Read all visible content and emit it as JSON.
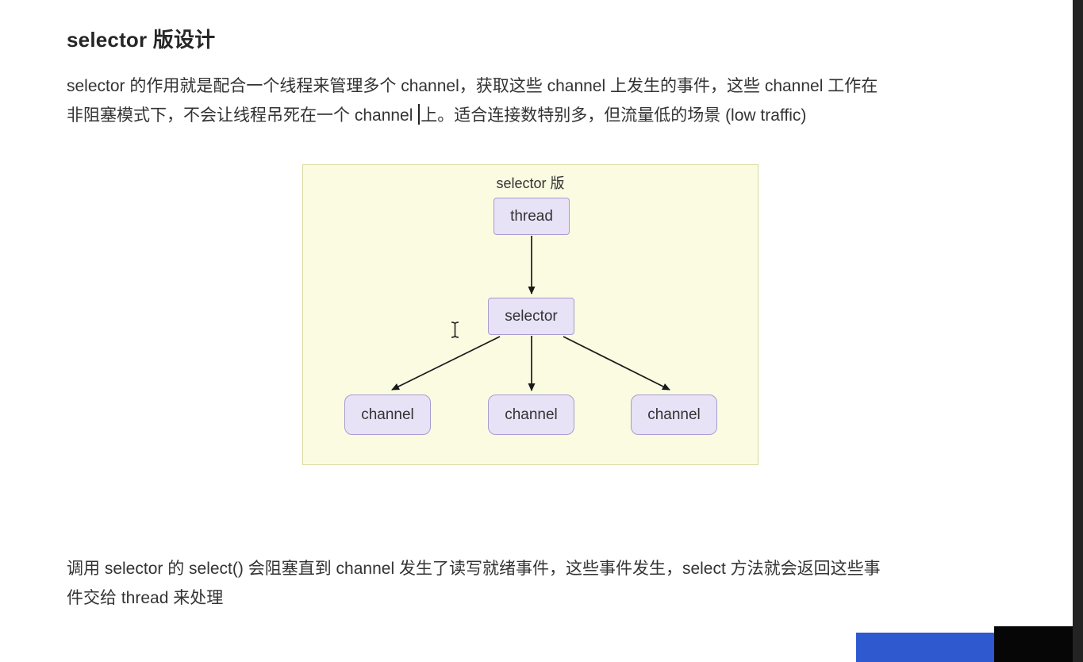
{
  "doc": {
    "title": "selector 版设计",
    "para1": {
      "line1": "selector 的作用就是配合一个线程来管理多个 channel，获取这些 channel 上发生的事件，这些 channel 工作在",
      "line2_before_caret": "非阻塞模式下，不会让线程吊死在一个 channel ",
      "line2_after_caret": "上。适合连接数特别多，但流量低的场景 (low traffic)"
    },
    "para2": {
      "line1": "调用 selector 的 select() 会阻塞直到 channel 发生了读写就绪事件，这些事件发生，select 方法就会返回这些事",
      "line2": "件交给 thread 来处理"
    }
  },
  "diagram": {
    "title": "selector 版",
    "nodes": [
      {
        "id": "thread",
        "label": "thread"
      },
      {
        "id": "selector",
        "label": "selector"
      },
      {
        "id": "channel-1",
        "label": "channel"
      },
      {
        "id": "channel-2",
        "label": "channel"
      },
      {
        "id": "channel-3",
        "label": "channel"
      }
    ],
    "colors": {
      "panel_bg": "#fbfbe2",
      "panel_border": "#d9d99f",
      "node_fill": "#e8e2f7",
      "node_border": "#a89bd0",
      "arrow": "#1a1a1a"
    }
  }
}
